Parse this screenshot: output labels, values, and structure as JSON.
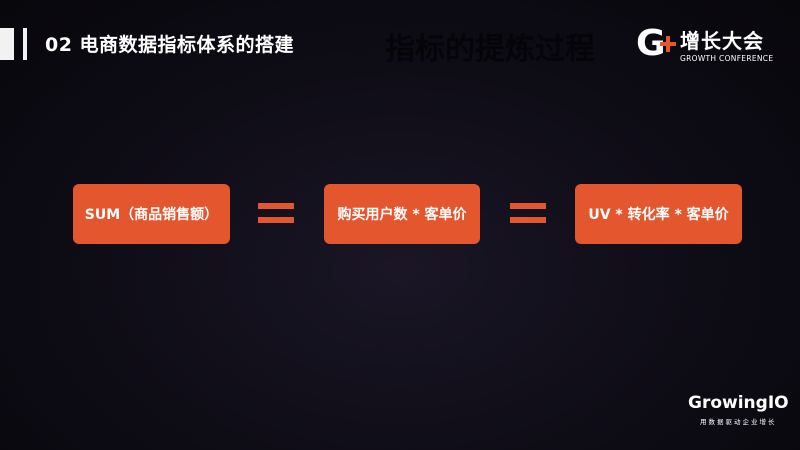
{
  "header": {
    "title": "02 电商数据指标体系的搭建",
    "ghost_title": "指标的提炼过程"
  },
  "logo": {
    "mark": "G",
    "name_cn": "增长大会",
    "name_en": "GROWTH CONFERENCE"
  },
  "formula": {
    "box1": "SUM（商品销售额）",
    "box2": "购买用户数 * 客单价",
    "box3": "UV * 转化率 * 客单价"
  },
  "footer": {
    "brand": "GrowingIO",
    "slogan": "用数据驱动企业增长"
  },
  "colors": {
    "accent": "#e4572e"
  }
}
